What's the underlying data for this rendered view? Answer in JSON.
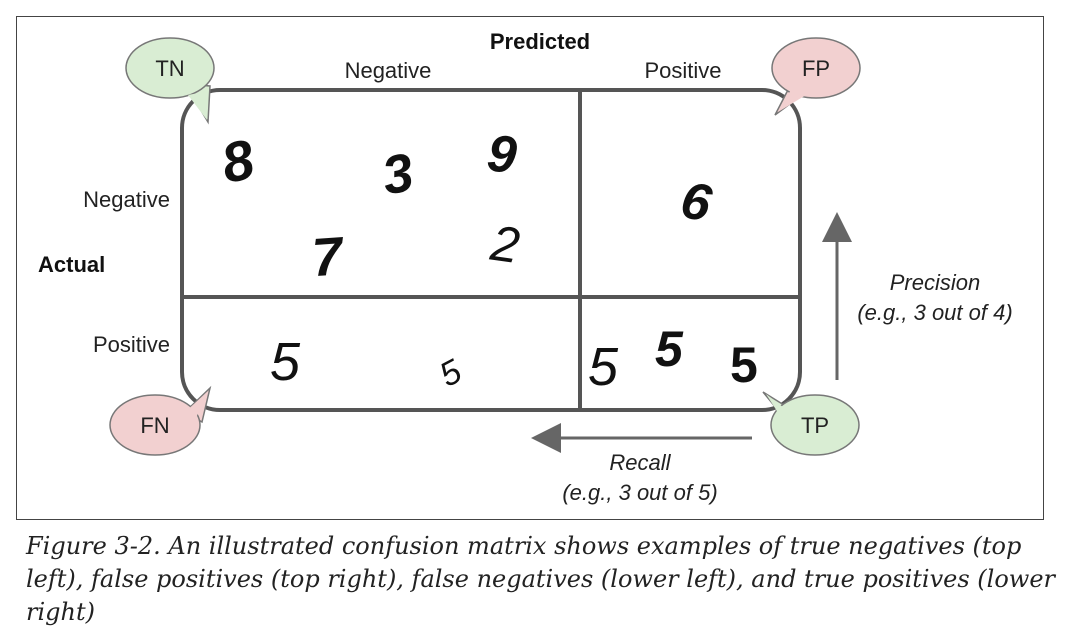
{
  "labels": {
    "predicted": "Predicted",
    "col_negative": "Negative",
    "col_positive": "Positive",
    "row_negative": "Negative",
    "row_positive": "Positive",
    "actual": "Actual"
  },
  "bubbles": {
    "tn": "TN",
    "fp": "FP",
    "fn": "FN",
    "tp": "TP"
  },
  "colors": {
    "green_bubble": "#d9edd3",
    "red_bubble": "#f2d0d0",
    "frame": "#555555"
  },
  "cells": {
    "tn_digits": [
      "8",
      "3",
      "9",
      "7",
      "2"
    ],
    "fp_digits": [
      "6"
    ],
    "fn_digits": [
      "5",
      "5"
    ],
    "tp_digits": [
      "5",
      "5",
      "5"
    ]
  },
  "precision": {
    "label": "Precision",
    "example": "(e.g., 3 out of 4)"
  },
  "recall": {
    "label": "Recall",
    "example": "(e.g., 3 out of 5)"
  },
  "caption": "Figure 3-2. An illustrated confusion matrix shows examples of true negatives (top left), false positives (top right), false negatives (lower left), and true positives (lower right)"
}
